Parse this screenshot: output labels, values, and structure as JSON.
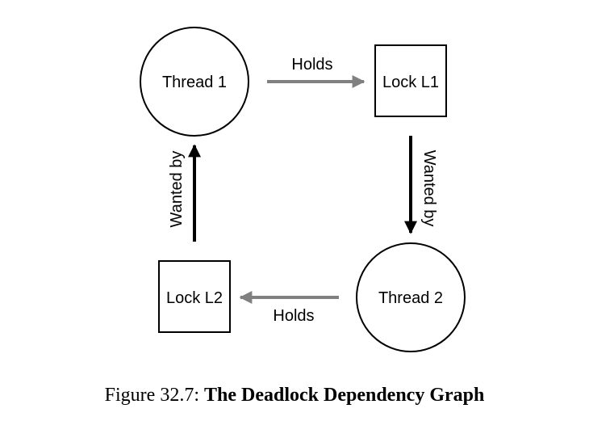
{
  "diagram": {
    "nodes": {
      "thread1": "Thread 1",
      "lock_l1": "Lock L1",
      "thread2": "Thread 2",
      "lock_l2": "Lock L2"
    },
    "edges": {
      "thread1_holds_l1": "Holds",
      "l1_wanted_by_thread2": "Wanted by",
      "thread2_holds_l2": "Holds",
      "l2_wanted_by_thread1": "Wanted by"
    },
    "colors": {
      "holds_arrow": "#808080",
      "wanted_by_arrow": "#000000",
      "node_stroke": "#000000"
    }
  },
  "caption": {
    "prefix": "Figure 32.7: ",
    "title": "The Deadlock Dependency Graph"
  }
}
